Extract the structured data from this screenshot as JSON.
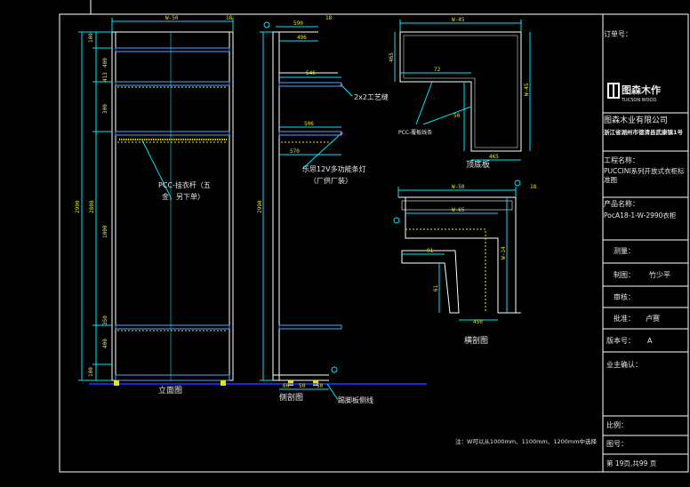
{
  "colors": {
    "background": "#000000",
    "frame": "#ffffff",
    "outline": "#ffffff",
    "dimension": "#00e5ff",
    "dimension_text": "#e8e020",
    "shelf": "#4fa3ff",
    "hidden": "#e8e020",
    "floor": "#1e3cff",
    "leader": "#00e5ff",
    "accent_pink": "#ff40c0"
  },
  "views": {
    "front_view_label": "立面图",
    "side_section_label": "侧剖图",
    "top_view_label": "顶底板",
    "plan_section_label": "横剖图"
  },
  "annotations": {
    "rod_note_line1": "PCC-挂衣杆（五",
    "rod_note_line2": "金，另下单）",
    "gap_note": "2x2工艺缝",
    "light_note_line1": "乐思12V多功能条灯",
    "light_note_line2": "（厂供厂装）",
    "edge_note": "PCC-覆板线条",
    "skirting_note": "踢脚板侧线",
    "footnote": "注：W可以从1000mm、1100mm、1200mm中选择"
  },
  "dimensions": {
    "front_width": "W-50",
    "front_side": "18",
    "front_height": "2990",
    "front_inner": "2808",
    "front_segments": [
      "100",
      "400",
      "300",
      "413",
      "1000",
      "350",
      "400",
      "100"
    ],
    "side_depth": "590",
    "side_top": "18",
    "side_upper": "496",
    "side_shelf": "546",
    "side_mid": "506",
    "side_light": "570",
    "side_height": "2990",
    "side_bottom": [
      "60",
      "50",
      "50"
    ],
    "top_width": "W-45",
    "top_height": "W-45",
    "top_depth": "465",
    "top_inner": "72",
    "top_corner": "50",
    "top_bottom": "465",
    "plan_width": "W-50",
    "plan_inner": "W-65",
    "plan_side": "W-14",
    "plan_depth": "450",
    "plan_a": "91",
    "plan_b": "61",
    "plan_c": "18"
  },
  "title_block": {
    "order_no_label": "订单号：",
    "logo_text": "图森木作",
    "logo_sub": "TUCSON WOOD",
    "company": "图森木业有限公司",
    "address": "浙江省湖州市德清县武康镇1号",
    "project_label": "工程名称：",
    "project_value": "PUCCINI系列开放式衣柜标准图",
    "product_label": "产品名称：",
    "product_value": "PocA18-1-W-2990衣柜",
    "measure_label": "测量：",
    "draw_label": "制图：",
    "draw_value": "竹少平",
    "review_label": "审核：",
    "approve_label": "批准：",
    "approve_value": "卢赛",
    "version_label": "版本号：",
    "version_value": "A",
    "owner_label": "业主确认：",
    "scale_label": "比例：",
    "drawing_no_label": "图号：",
    "page_text": "第 19页,共99 页"
  }
}
